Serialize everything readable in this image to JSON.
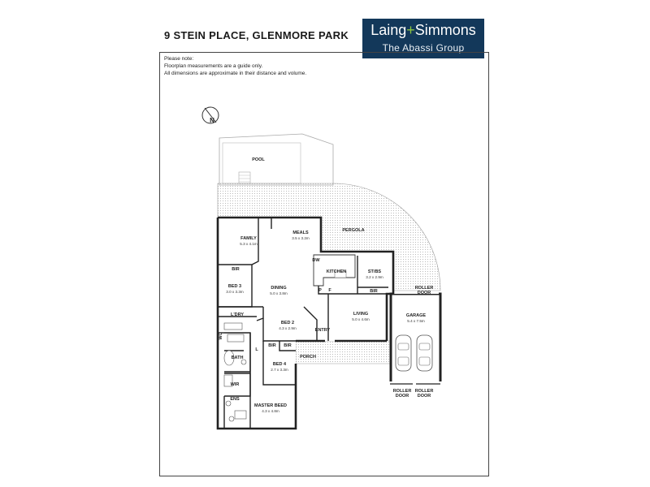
{
  "header": {
    "address": "9 STEIN PLACE, GLENMORE PARK",
    "logo_brand_left": "Laing",
    "logo_brand_plus": "+",
    "logo_brand_right": "Simmons",
    "logo_subtitle": "The Abassi Group",
    "brand_color": "#13385a",
    "accent_color": "#8dc63f"
  },
  "notes": [
    "Please note:",
    "Floorplan measurements are a guide only.",
    "All dimensions are approximate in their distance and volume."
  ],
  "compass": {
    "icon": "north-arrow-icon",
    "label": "N"
  },
  "rooms": {
    "pool": {
      "name": "POOL"
    },
    "pergola": {
      "name": "PERGOLA"
    },
    "family": {
      "name": "FAMILY",
      "dims": "5.3 x 4.1m"
    },
    "meals": {
      "name": "MEALS",
      "dims": "3.5 x 3.2m"
    },
    "kitchen": {
      "name": "KITCHEN"
    },
    "dw": {
      "name": "DW"
    },
    "study": {
      "name": "ST/BS",
      "dims": "3.2 x 2.9m"
    },
    "bir_study": {
      "name": "BIR"
    },
    "bir_bed3": {
      "name": "BIR"
    },
    "bed3": {
      "name": "BED 3",
      "dims": "3.0 x 3.3m"
    },
    "dining": {
      "name": "DINING",
      "dims": "5.0 x 3.8m"
    },
    "pantry": {
      "name": "P"
    },
    "fridge": {
      "name": "F"
    },
    "laundry": {
      "name": "L'DRY"
    },
    "bed2": {
      "name": "BED 2",
      "dims": "4.3 x 2.9m"
    },
    "living": {
      "name": "LIVING",
      "dims": "5.0 x 4.6m"
    },
    "entry": {
      "name": "ENTRY"
    },
    "garage": {
      "name": "GARAGE",
      "dims": "5.4 x 7.5m"
    },
    "roller_door_side": {
      "line1": "ROLLER",
      "line2": "DOOR"
    },
    "bir_bed2a": {
      "name": "BIR"
    },
    "bir_bed2b": {
      "name": "BIR"
    },
    "bath": {
      "name": "BATH"
    },
    "wc": {
      "name": "WC"
    },
    "linen": {
      "name": "L"
    },
    "bed4": {
      "name": "BED 4",
      "dims": "2.7 x 3.3m"
    },
    "porch": {
      "name": "PORCH"
    },
    "wir": {
      "name": "WIR"
    },
    "ens": {
      "name": "ENS"
    },
    "master": {
      "name": "MASTER BEED",
      "dims": "4.3 x 4.8m"
    },
    "roller_door_1": {
      "line1": "ROLLER",
      "line2": "DOOR"
    },
    "roller_door_2": {
      "line1": "ROLLER",
      "line2": "DOOR"
    }
  }
}
